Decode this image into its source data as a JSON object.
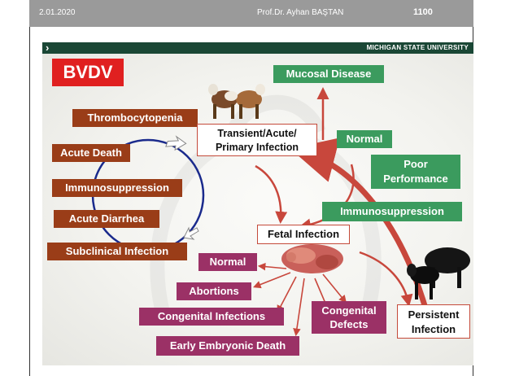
{
  "header": {
    "date": "2.01.2020",
    "author": "Prof.Dr. Ayhan BAŞTAN",
    "page_number": "1100"
  },
  "slide": {
    "university": "MICHIGAN STATE UNIVERSITY",
    "title": "BVDV",
    "center": {
      "transient": [
        "Transient/Acute/",
        "Primary Infection"
      ],
      "fetal": "Fetal Infection",
      "persistent": [
        "Persistent",
        "Infection"
      ]
    },
    "brown_items": [
      "Thrombocytopenia",
      "Acute Death",
      "Immunosuppression",
      "Acute Diarrhea",
      "Subclinical Infection"
    ],
    "green_items": {
      "mucosal": "Mucosal Disease",
      "normal": "Normal",
      "poor": [
        "Poor",
        "Performance"
      ],
      "immuno": "Immunosuppression"
    },
    "purple_items": {
      "normal": "Normal",
      "abortions": "Abortions",
      "congenital_infections": "Congenital Infections",
      "congenital_defects": [
        "Congenital",
        "Defects"
      ],
      "early_death": "Early Embryonic Death"
    },
    "colors": {
      "title_red": "#e02020",
      "green": "#3b9b5e",
      "brown": "#9a3d18",
      "purple": "#9b3166",
      "arrow": "#c8473c",
      "cycle": "#1a2a8c",
      "msu_green": "#1a4735"
    }
  }
}
